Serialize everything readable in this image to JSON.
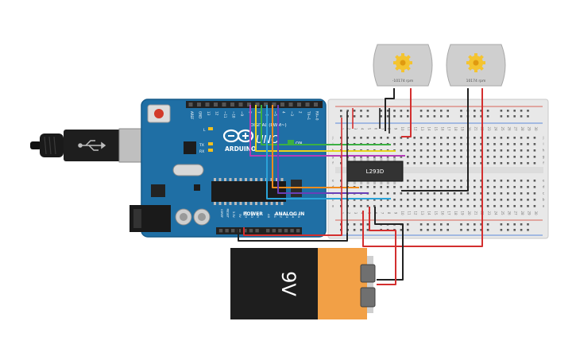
{
  "arduino": {
    "brand": "ARDUINO",
    "model": "UNO",
    "on_label": "ON",
    "digital_label": "DIGITAL (PWM~)",
    "power_label": "POWER",
    "analog_label": "ANALOG IN",
    "tx_label": "TX",
    "rx_label": "RX",
    "l_label": "L",
    "digital_pins": [
      "AREF",
      "GND",
      "13",
      "12",
      "~11",
      "~10",
      "~9",
      "8",
      "7",
      "~6",
      "~5",
      "4",
      "~3",
      "2",
      "TX→1",
      "RX←0"
    ],
    "power_pins": [
      "IOREF",
      "RESET",
      "3.3V",
      "5V",
      "GND",
      "GND",
      "Vin"
    ],
    "analog_pins": [
      "A0",
      "A1",
      "A2",
      "A3",
      "A4",
      "A5"
    ]
  },
  "motors": [
    {
      "label": "-10174 rpm"
    },
    {
      "label": "10174 rpm"
    }
  ],
  "driver_ic": {
    "label": "L293D"
  },
  "battery": {
    "label": "9V"
  },
  "breadboard": {
    "row_letters_top": [
      "j",
      "i",
      "h",
      "g",
      "f"
    ],
    "row_letters_bottom": [
      "e",
      "d",
      "c",
      "b",
      "a"
    ],
    "column_numbers": [
      "1",
      "2",
      "3",
      "4",
      "5",
      "6",
      "7",
      "8",
      "9",
      "10",
      "11",
      "12",
      "13",
      "14",
      "15",
      "16",
      "17",
      "18",
      "19",
      "20",
      "21",
      "22",
      "23",
      "24",
      "25",
      "26",
      "27",
      "28",
      "29",
      "30"
    ]
  },
  "colors": {
    "board": "#1f6fa5",
    "breadboard": "#e8e8e8",
    "wire_red": "#d32f2f",
    "wire_black": "#222222",
    "wire_green": "#3cb043",
    "wire_yellow": "#e8d31c",
    "wire_magenta": "#b43cb8",
    "wire_orange": "#f08c1e",
    "wire_purple": "#6a3fb8",
    "wire_cyan": "#2ba3d8",
    "battery_orange": "#f2a046",
    "motor_gear": "#f4c430"
  }
}
